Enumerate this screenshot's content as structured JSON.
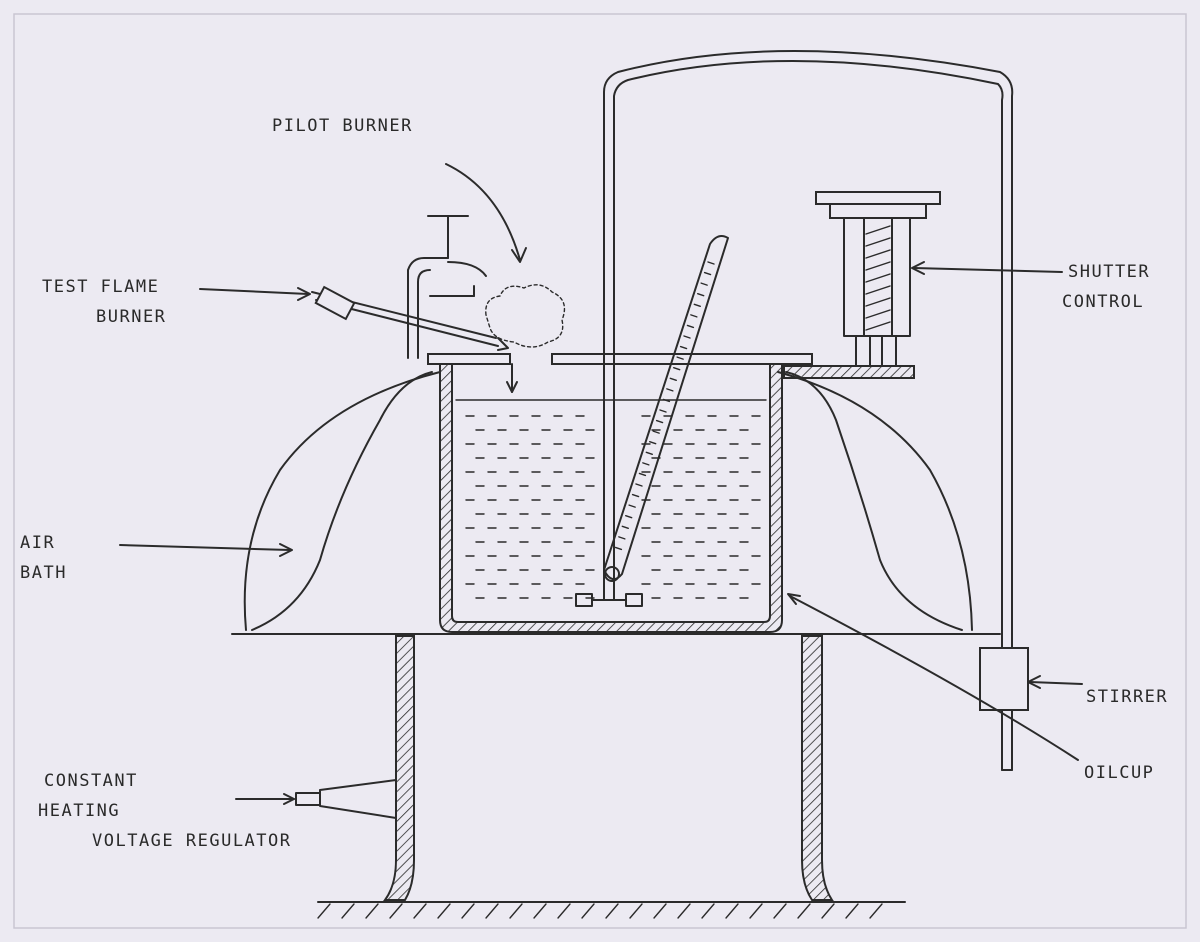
{
  "labels": {
    "pilot_burner": "PILOT BURNER",
    "test_flame_1": "TEST FLAME",
    "test_flame_2": "BURNER",
    "shutter_1": "SHUTTER",
    "shutter_2": "CONTROL",
    "air_bath_1": "AIR",
    "air_bath_2": "BATH",
    "stirrer": "STIRRER",
    "oilcup": "OILCUP",
    "heating_1": "CONSTANT",
    "heating_2": "HEATING",
    "heating_3": "VOLTAGE REGULATOR"
  },
  "colors": {
    "ink": "#2b2b2b",
    "paper": "#eceaf2"
  }
}
